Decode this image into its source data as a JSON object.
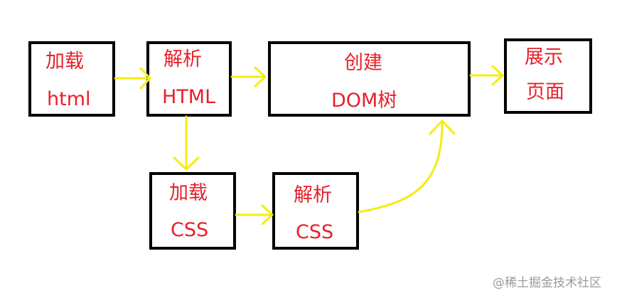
{
  "colors": {
    "box_border": "#000000",
    "label_text": "#e8202a",
    "arrow": "#f5ec0f",
    "watermark": "#9a9a9a"
  },
  "nodes": {
    "load_html": {
      "line1": "加载",
      "line2": "html"
    },
    "parse_html": {
      "line1": "解析",
      "line2": "HTML"
    },
    "build_dom": {
      "line1": "创建",
      "line2": "DOM树"
    },
    "show_page": {
      "line1": "展示",
      "line2": "页面"
    },
    "load_css": {
      "line1": "加载",
      "line2": "CSS"
    },
    "parse_css": {
      "line1": "解析",
      "line2": "CSS"
    }
  },
  "watermark": "@稀土掘金技术社区"
}
